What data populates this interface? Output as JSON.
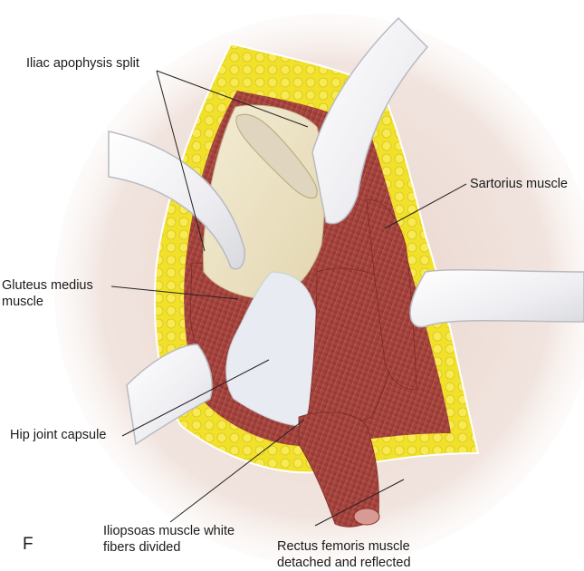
{
  "figure": {
    "panel_letter": "F",
    "colors": {
      "skin": "#efe2dc",
      "fat": "#f2e12a",
      "muscle": "#a8423c",
      "bone": "#ece1c0",
      "capsule": "#e9ecf2",
      "retractor": "#f4f4f6",
      "leader": "#222222"
    }
  },
  "labels": {
    "iliac_apophysis": "Iliac apophysis split",
    "sartorius": "Sartorius muscle",
    "gluteus_line1": "Gluteus medius",
    "gluteus_line2": "muscle",
    "hip_capsule": "Hip joint capsule",
    "iliopsoas_line1": "Iliopsoas muscle white",
    "iliopsoas_line2": "fibers divided",
    "rectus_line1": "Rectus femoris muscle",
    "rectus_line2": "detached and reflected"
  }
}
